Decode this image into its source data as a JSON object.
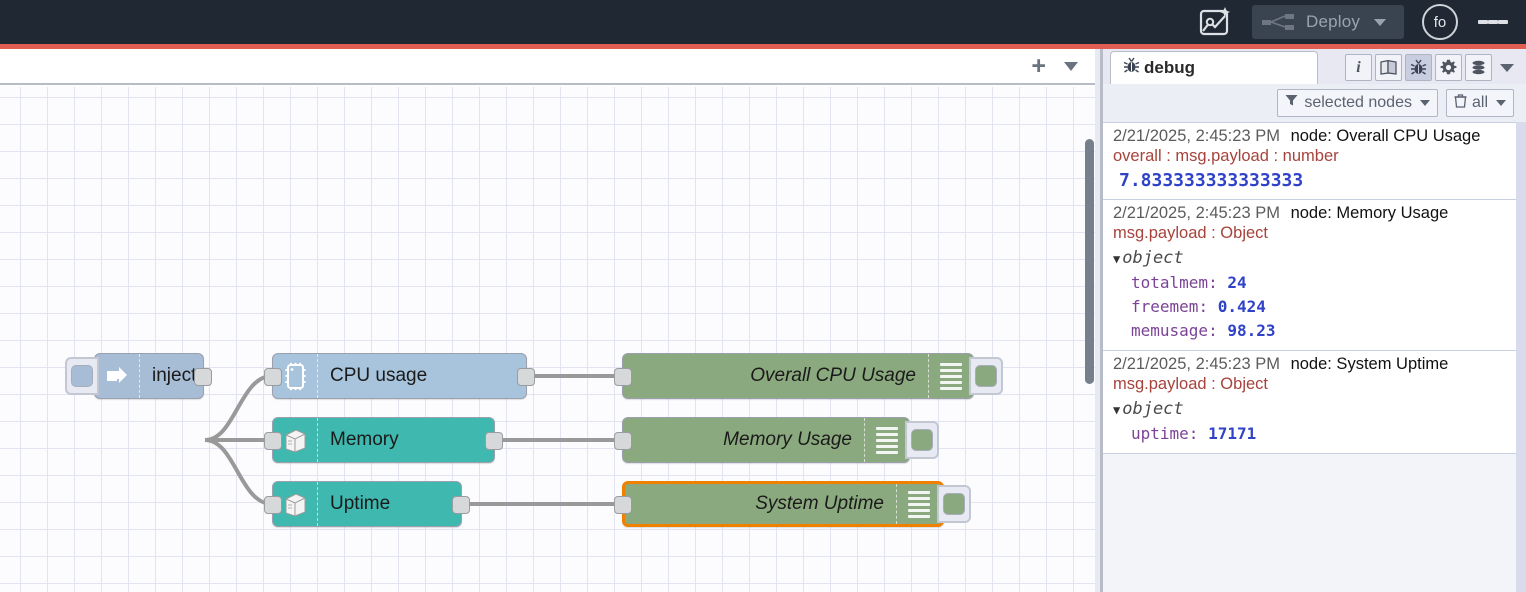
{
  "header": {
    "ai_flow_icon": "flow-sparkle-icon",
    "deploy_label": "Deploy",
    "deploy_icon": "deploy-nodes-icon",
    "deploy_caret_icon": "chevron-down-icon",
    "avatar_initials": "fo",
    "menu_icon": "hamburger-menu-icon",
    "accent_color": "#e15c51",
    "bar_color": "#1f2833"
  },
  "workspace": {
    "add_flow_label": "+",
    "flow_menu_icon": "chevron-down-icon",
    "nodes": [
      {
        "id": "inject",
        "type": "inject",
        "label": "inject",
        "icon": "inject-arrow-icon",
        "color": "#a7bcd5",
        "has_left_button": true,
        "has_output": true,
        "has_input": false
      },
      {
        "id": "cpu-usage",
        "type": "cpu",
        "label": "CPU usage",
        "icon": "cpu-chip-icon",
        "color": "#a8c4dc",
        "has_input": true,
        "has_output": true
      },
      {
        "id": "memory",
        "type": "memory",
        "label": "Memory",
        "icon": "server-box-icon",
        "color": "#3fb8af",
        "has_input": true,
        "has_output": true
      },
      {
        "id": "uptime",
        "type": "uptime",
        "label": "Uptime",
        "icon": "server-box-icon",
        "color": "#3fb8af",
        "has_input": true,
        "has_output": true
      },
      {
        "id": "overall-cpu-usage",
        "type": "debug",
        "label": "Overall CPU Usage",
        "icon": "debug-lines-icon",
        "color": "#8ba97f",
        "has_input": true,
        "has_right_button": true,
        "selected": false
      },
      {
        "id": "memory-usage",
        "type": "debug",
        "label": "Memory Usage",
        "icon": "debug-lines-icon",
        "color": "#8ba97f",
        "has_input": true,
        "has_right_button": true,
        "selected": false
      },
      {
        "id": "system-uptime",
        "type": "debug",
        "label": "System Uptime",
        "icon": "debug-lines-icon",
        "color": "#8ba97f",
        "has_input": true,
        "has_right_button": true,
        "selected": true
      }
    ]
  },
  "sidebar": {
    "active_tab": "debug",
    "tab_label": "debug",
    "tab_icon": "bug-icon",
    "tab_icons": [
      {
        "name": "info-icon",
        "glyph": "i",
        "active": false
      },
      {
        "name": "book-icon",
        "glyph": "▤",
        "active": false
      },
      {
        "name": "bug-icon",
        "glyph": "✶",
        "active": true
      },
      {
        "name": "gear-icon",
        "glyph": "⚙",
        "active": false
      },
      {
        "name": "context-data-icon",
        "glyph": "≣",
        "active": false
      }
    ],
    "tabs_overflow_icon": "chevron-down-icon",
    "toolbar": {
      "filter_label": "selected nodes",
      "filter_icon": "funnel-icon",
      "clear_label": "all",
      "clear_icon": "trash-icon"
    },
    "messages": [
      {
        "timestamp": "2/21/2025, 2:45:23 PM",
        "node_label": "node: Overall CPU Usage",
        "topic": "overall : msg.payload : number",
        "kind": "number",
        "value": "7.833333333333333"
      },
      {
        "timestamp": "2/21/2025, 2:45:23 PM",
        "node_label": "node: Memory Usage",
        "topic": "msg.payload : Object",
        "kind": "object",
        "object_word": "object",
        "rows": [
          {
            "key": "totalmem",
            "value": "24"
          },
          {
            "key": "freemem",
            "value": "0.424"
          },
          {
            "key": "memusage",
            "value": "98.23"
          }
        ]
      },
      {
        "timestamp": "2/21/2025, 2:45:23 PM",
        "node_label": "node: System Uptime",
        "topic": "msg.payload : Object",
        "kind": "object",
        "object_word": "object",
        "rows": [
          {
            "key": "uptime",
            "value": "17171"
          }
        ]
      }
    ]
  }
}
